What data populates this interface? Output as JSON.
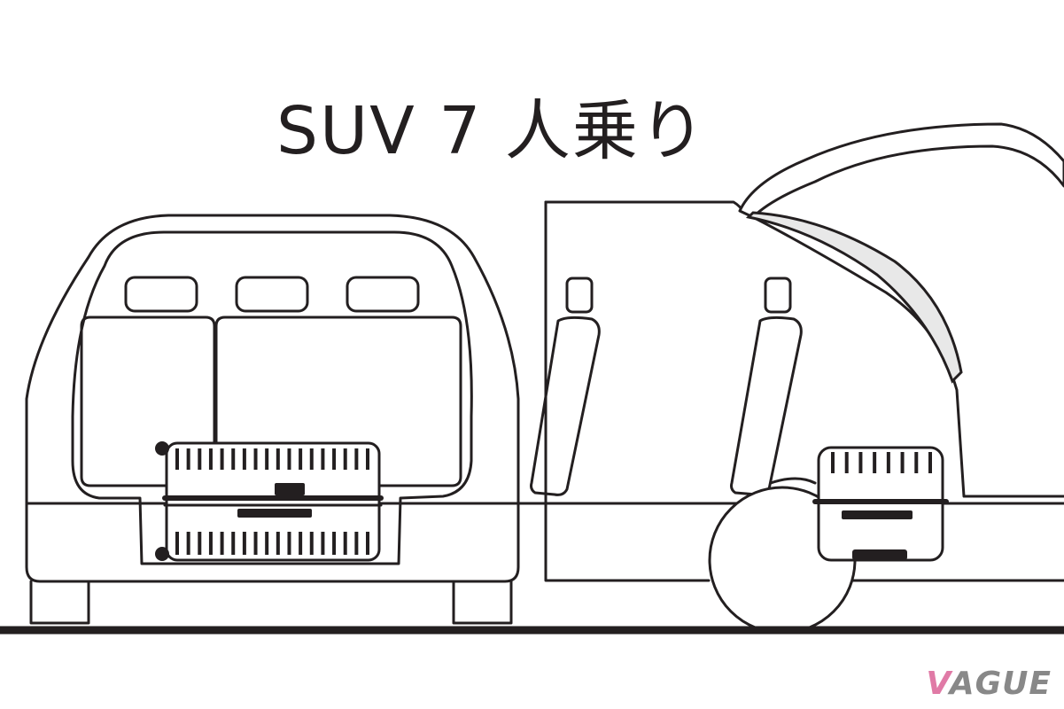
{
  "title": "SUV 7 人乗り",
  "logo": {
    "accent_letter": "V",
    "rest": "AGUE"
  },
  "colors": {
    "line": "#231f20",
    "background": "#ffffff",
    "logo_grey": "#888888",
    "logo_accent": "#e07aa6",
    "window_fill": "#e8e8e8"
  }
}
